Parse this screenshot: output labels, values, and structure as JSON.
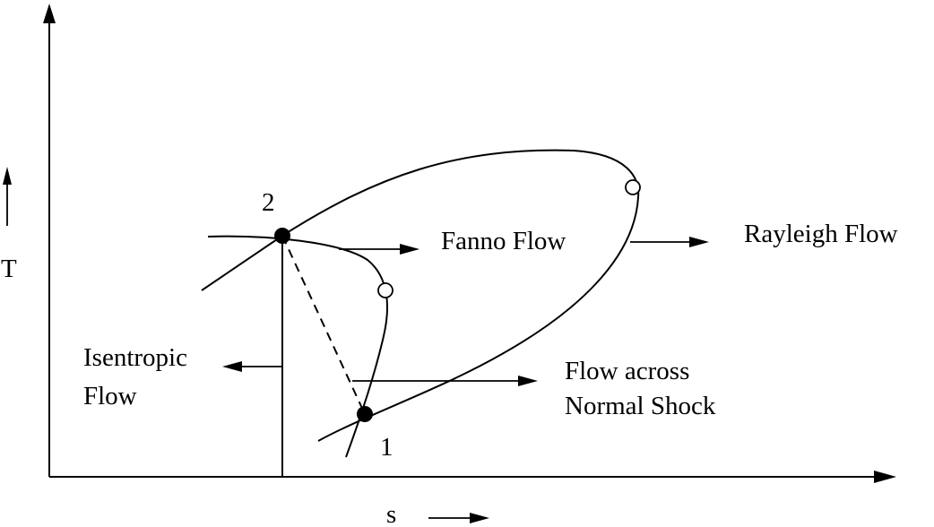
{
  "axes": {
    "y_label": "T",
    "x_label": "s"
  },
  "points": {
    "state_1": "1",
    "state_2": "2"
  },
  "labels": {
    "fanno": "Fanno Flow",
    "rayleigh": "Rayleigh Flow",
    "isentropic_line1": "Isentropic",
    "isentropic_line2": "Flow",
    "shock_line1": "Flow across",
    "shock_line2": "Normal Shock"
  },
  "colors": {
    "ink": "#000000",
    "background": "#ffffff"
  }
}
